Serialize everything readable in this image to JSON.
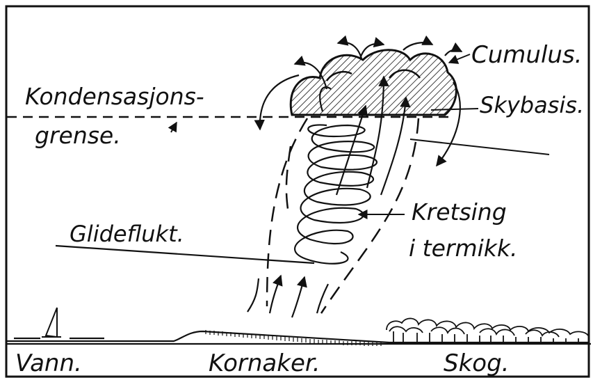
{
  "labels": {
    "cumulus": "Cumulus.",
    "skybasis": "Skybasis.",
    "kondensasjonsgrense_line1": "Kondensasjons-",
    "kondensasjonsgrense_line2": "grense.",
    "kretsing_line1": "Kretsing",
    "kretsing_line2": "i termikk.",
    "glideflukt": "Glideflukt.",
    "vann": "Vann.",
    "kornaker": "Kornaker.",
    "skog": "Skog."
  },
  "colors": {
    "ink": "#111111",
    "background": "#ffffff"
  },
  "icons": [
    "sailboat-icon",
    "cumulus-cloud-icon",
    "forest-trees-icon"
  ]
}
